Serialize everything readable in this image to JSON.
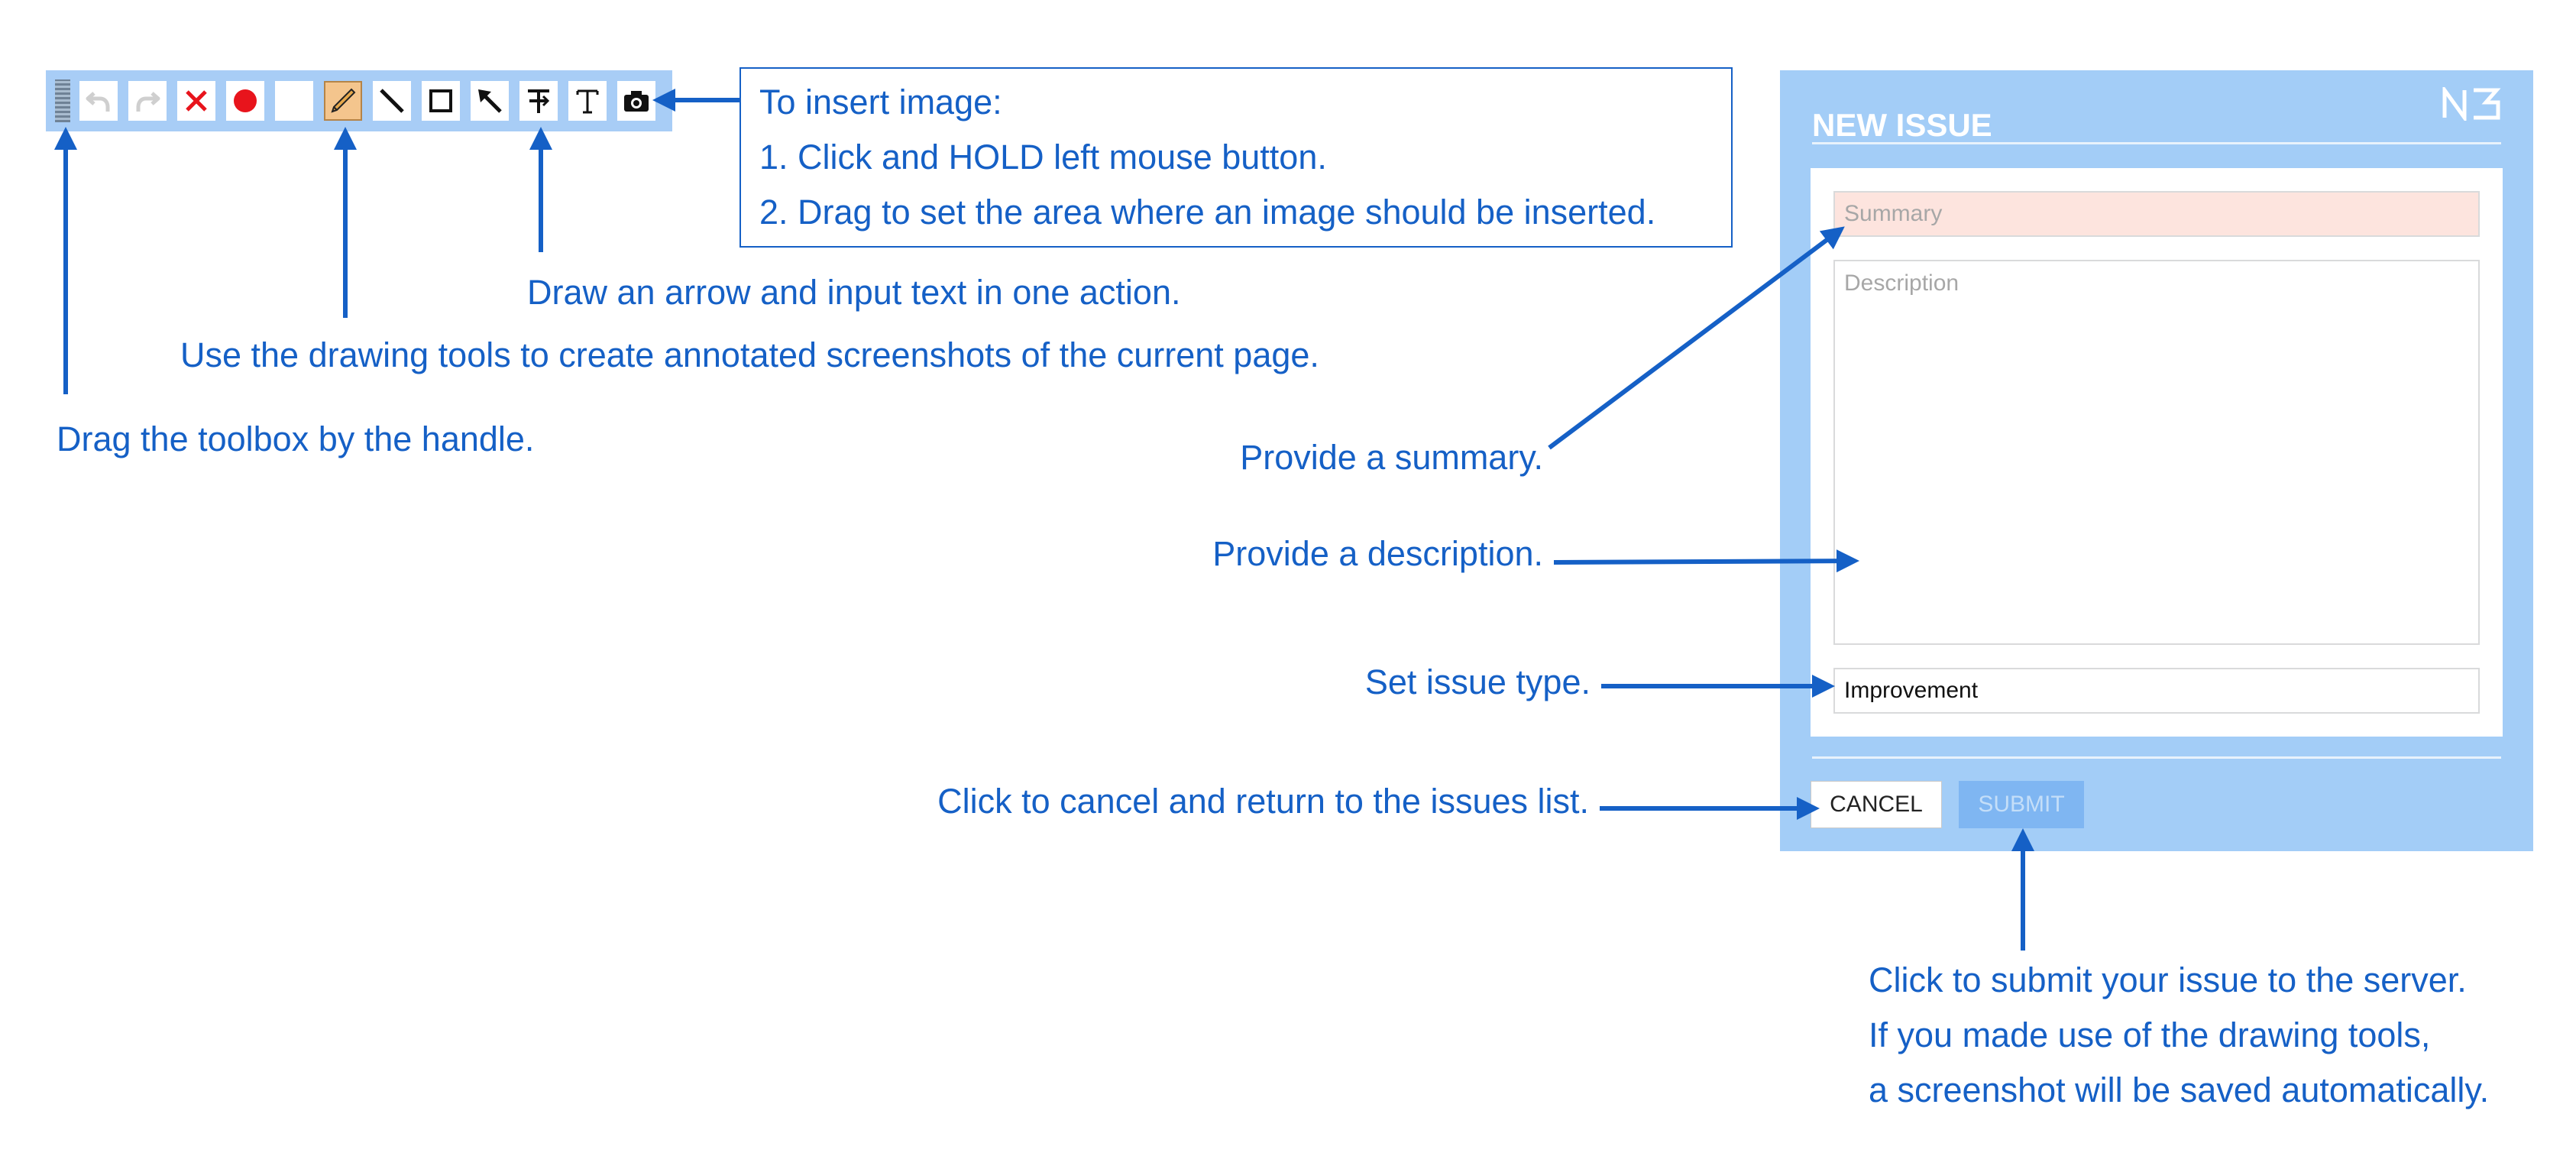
{
  "toolbox": {
    "tools": [
      {
        "name": "drag-handle",
        "icon": "grip-icon"
      },
      {
        "name": "undo-button",
        "icon": "undo-icon"
      },
      {
        "name": "redo-button",
        "icon": "redo-icon"
      },
      {
        "name": "clear-button",
        "icon": "red-x-icon"
      },
      {
        "name": "color-button",
        "icon": "red-dot-icon"
      },
      {
        "name": "blank-button",
        "icon": "blank-icon"
      },
      {
        "name": "pencil-tool",
        "icon": "pencil-icon"
      },
      {
        "name": "line-tool",
        "icon": "line-icon"
      },
      {
        "name": "rectangle-tool",
        "icon": "square-icon"
      },
      {
        "name": "arrow-tool",
        "icon": "arrow-icon"
      },
      {
        "name": "arrow-text-tool",
        "icon": "arrow-text-icon"
      },
      {
        "name": "text-tool",
        "icon": "text-icon"
      },
      {
        "name": "image-tool",
        "icon": "camera-icon"
      }
    ],
    "active_tool": "pencil-tool",
    "accent_color": "#f4c58d"
  },
  "info_box": {
    "line1": "To insert image:",
    "line2": "1. Click and HOLD left mouse button.",
    "line3": "2. Drag to set the area where an image should be inserted."
  },
  "notes": {
    "arrow_text": "Draw an arrow and input text in one action.",
    "drawing_tools": "Use the drawing tools to create annotated screenshots of the current page.",
    "drag_toolbox": "Drag the toolbox by the handle.",
    "summary": "Provide a summary.",
    "description": "Provide a description.",
    "issue_type": "Set issue type.",
    "cancel": "Click to cancel and return to the issues list.",
    "submit_line1": "Click to submit your issue to the server.",
    "submit_line2": "If you made use of the drawing tools,",
    "submit_line3": "a screenshot will be saved automatically."
  },
  "issue_panel": {
    "title": "NEW ISSUE",
    "logo": "N3",
    "summary_placeholder": "Summary",
    "description_placeholder": "Description",
    "issue_type_value": "Improvement",
    "cancel_label": "CANCEL",
    "submit_label": "SUBMIT",
    "panel_color": "#a3cdf7",
    "annotation_color": "#1560c6"
  }
}
